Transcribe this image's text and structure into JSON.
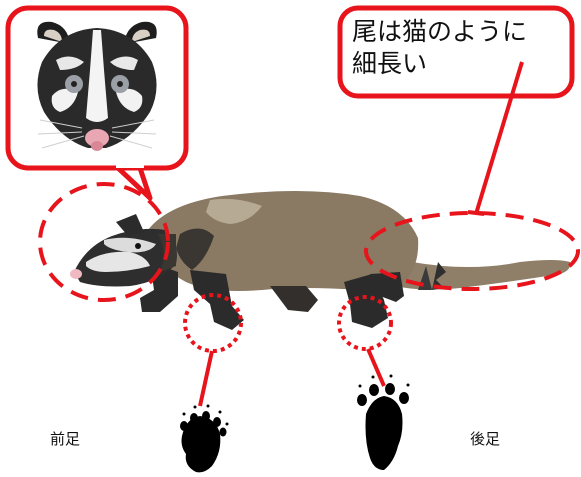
{
  "callout": {
    "tail_line1": "尾は猫のように",
    "tail_line2": "細長い"
  },
  "labels": {
    "front_foot": "前足",
    "hind_foot": "後足"
  },
  "colors": {
    "annotation_red": "#e8141c",
    "body_brown": "#8a7a64",
    "dark_fur": "#2b2b2b"
  },
  "icons": {
    "face_inset": "civet-face-icon",
    "front_print": "front-paw-print-icon",
    "hind_print": "hind-paw-print-icon"
  }
}
